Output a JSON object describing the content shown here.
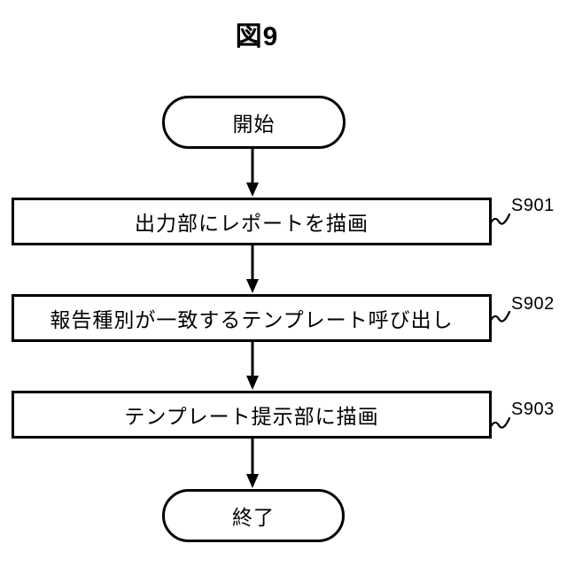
{
  "title": "図9",
  "flowchart": {
    "start": {
      "label": "開始"
    },
    "steps": [
      {
        "id": "S901",
        "label": "出力部にレポートを描画"
      },
      {
        "id": "S902",
        "label": "報告種別が一致するテンプレート呼び出し"
      },
      {
        "id": "S903",
        "label": "テンプレート提示部に描画"
      }
    ],
    "end": {
      "label": "終了"
    },
    "colors": {
      "line": "#000000",
      "background": "#ffffff",
      "node_fill": "#ffffff",
      "text": "#000000"
    }
  }
}
